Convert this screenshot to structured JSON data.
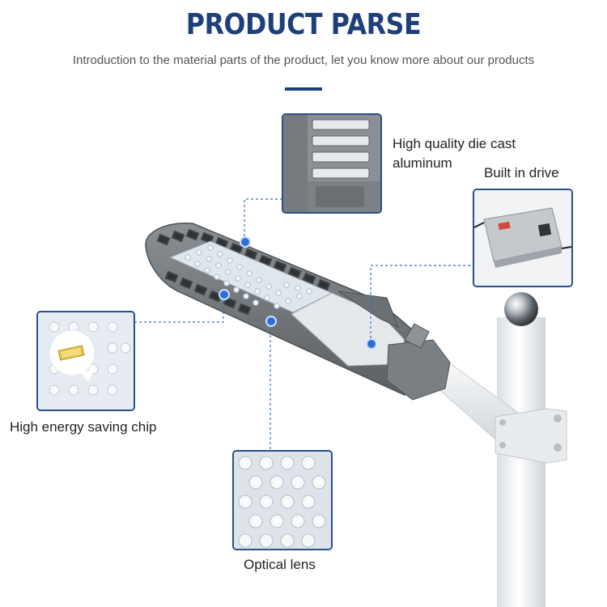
{
  "header": {
    "title": "PRODUCT PARSE",
    "subtitle": "Introduction to the material parts of the product, let you know more about our products"
  },
  "callouts": {
    "die_cast": {
      "line1": "High quality die cast",
      "line2": "aluminum"
    },
    "drive": {
      "label": "Built in drive"
    },
    "chip": {
      "label": "High energy saving chip"
    },
    "lens": {
      "label": "Optical lens"
    }
  },
  "colors": {
    "title": "#1d3f7a",
    "accent_dot": "#2e6fd6",
    "box_border": "#2a4f8a",
    "housing_gray": "#6f7477",
    "pole_white": "#f4f6f8"
  }
}
